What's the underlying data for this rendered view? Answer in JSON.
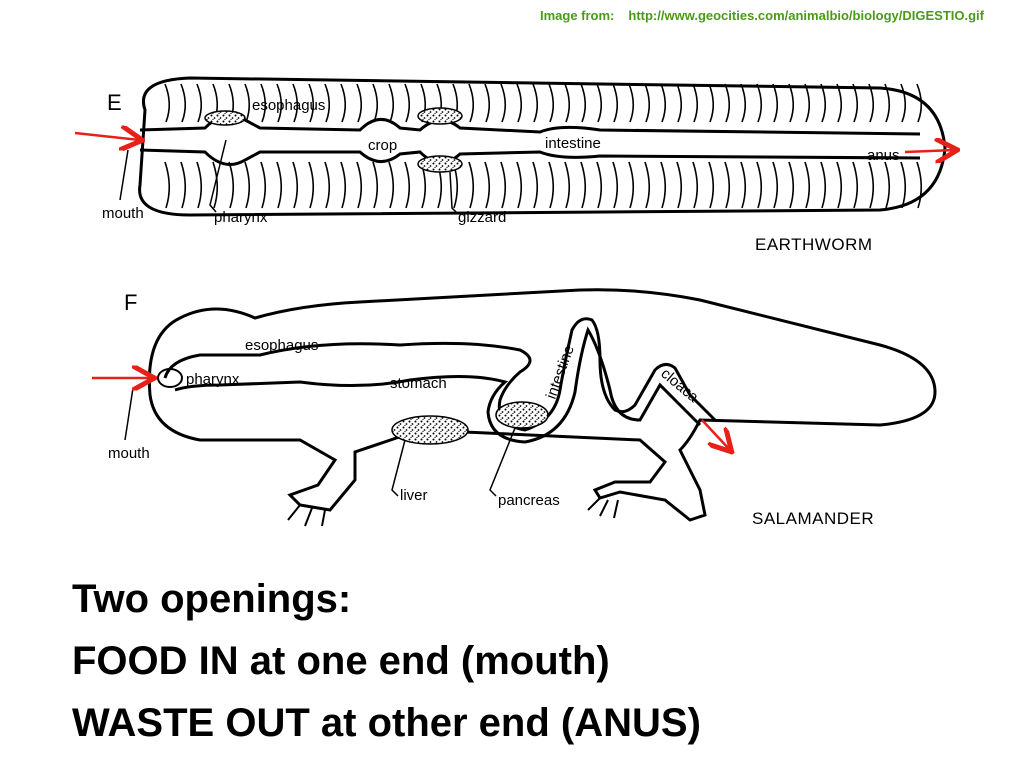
{
  "credit": {
    "prefix": "Image from:",
    "url": "http://www.geocities.com/animalbio/biology/DIGESTIO.gif"
  },
  "earthworm": {
    "panel_letter": "E",
    "name": "EARTHWORM",
    "labels": {
      "esophagus": "esophagus",
      "crop": "crop",
      "intestine": "intestine",
      "anus": "anus",
      "mouth": "mouth",
      "pharynx": "pharynx",
      "gizzard": "gizzard"
    }
  },
  "salamander": {
    "panel_letter": "F",
    "name": "SALAMANDER",
    "labels": {
      "esophagus": "esophagus",
      "pharynx": "pharynx",
      "stomach": "stomach",
      "intestine": "intestine",
      "cloaca": "cloaca",
      "mouth": "mouth",
      "liver": "liver",
      "pancreas": "pancreas"
    }
  },
  "caption": {
    "line1": "Two openings:",
    "line2": "FOOD IN at one end (mouth)",
    "line3": "WASTE OUT at other end (ANUS)"
  },
  "colors": {
    "arrow": "#e8201a",
    "credit": "#4a9a1a",
    "ink": "#000000"
  }
}
